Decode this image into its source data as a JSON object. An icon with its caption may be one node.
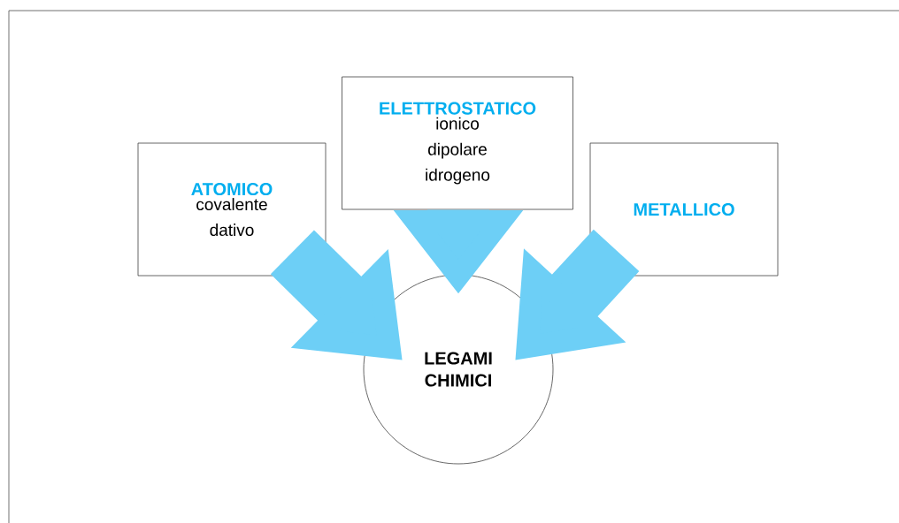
{
  "diagram": {
    "nodes": [
      {
        "text": [
          "ATOMICO",
          "covalente dativo"
        ]
      },
      {
        "text": [
          "ELETTROSTATICO",
          "ionico dipolare idrogeno"
        ]
      },
      {
        "text": [
          "METALLICO"
        ]
      },
      {
        "text": [
          "LEGAMI CHIMICI"
        ]
      }
    ],
    "edges": [
      {
        "from": 0,
        "to": 3,
        "arrow": "to"
      },
      {
        "from": 1,
        "to": 3,
        "arrow": "to"
      },
      {
        "from": 2,
        "to": 3,
        "arrow": "to"
      }
    ]
  }
}
